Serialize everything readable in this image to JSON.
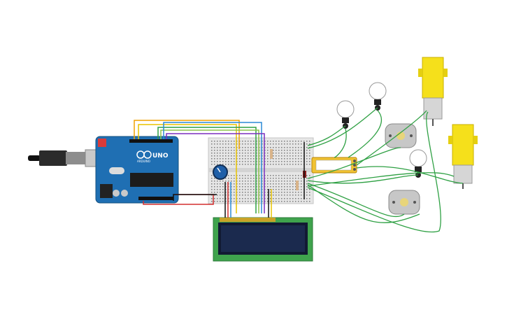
{
  "arduino": {
    "brand_label": "UNO",
    "board_text": "ARDUINO"
  },
  "colors": {
    "board_blue": "#1f6fb3",
    "breadboard": "#e6e6e6",
    "wire_green": "#2ea043",
    "motor_yellow": "#f5e01b",
    "lcd_green": "#3fa34d",
    "lcd_screen": "#1b2a4e",
    "relay_yellow": "#f1c232"
  },
  "components": {
    "bulbs": [
      "bulb-1",
      "bulb-2",
      "bulb-3"
    ],
    "dc_motors": [
      "dc-motor-1",
      "dc-motor-2"
    ],
    "gear_motors": [
      "gear-motor-1",
      "gear-motor-2"
    ]
  }
}
